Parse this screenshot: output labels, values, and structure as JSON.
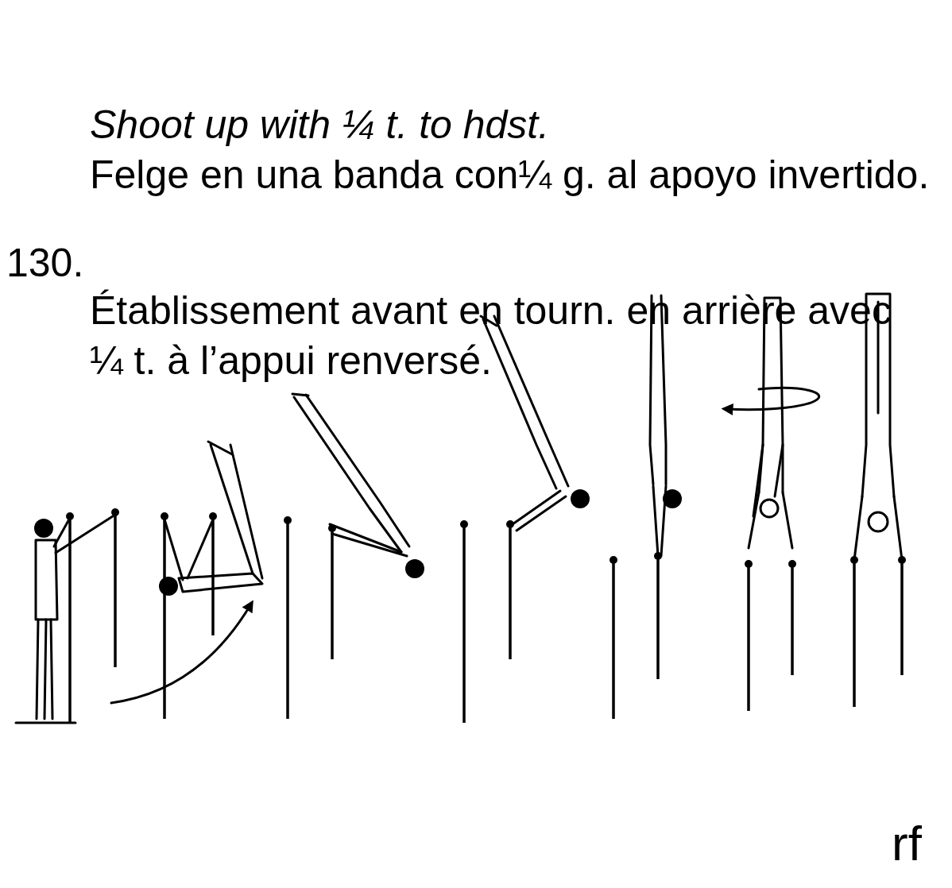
{
  "diagram": {
    "labels": [
      "130.",
      "Établissement avant en tourn. en arrière avec ¼ t. à l’appui renversé.",
      "Shoot up with ¼ t. to hdst.",
      "Felge en una banda con¼ g. al apoyo invertido.",
      "rf"
    ]
  }
}
